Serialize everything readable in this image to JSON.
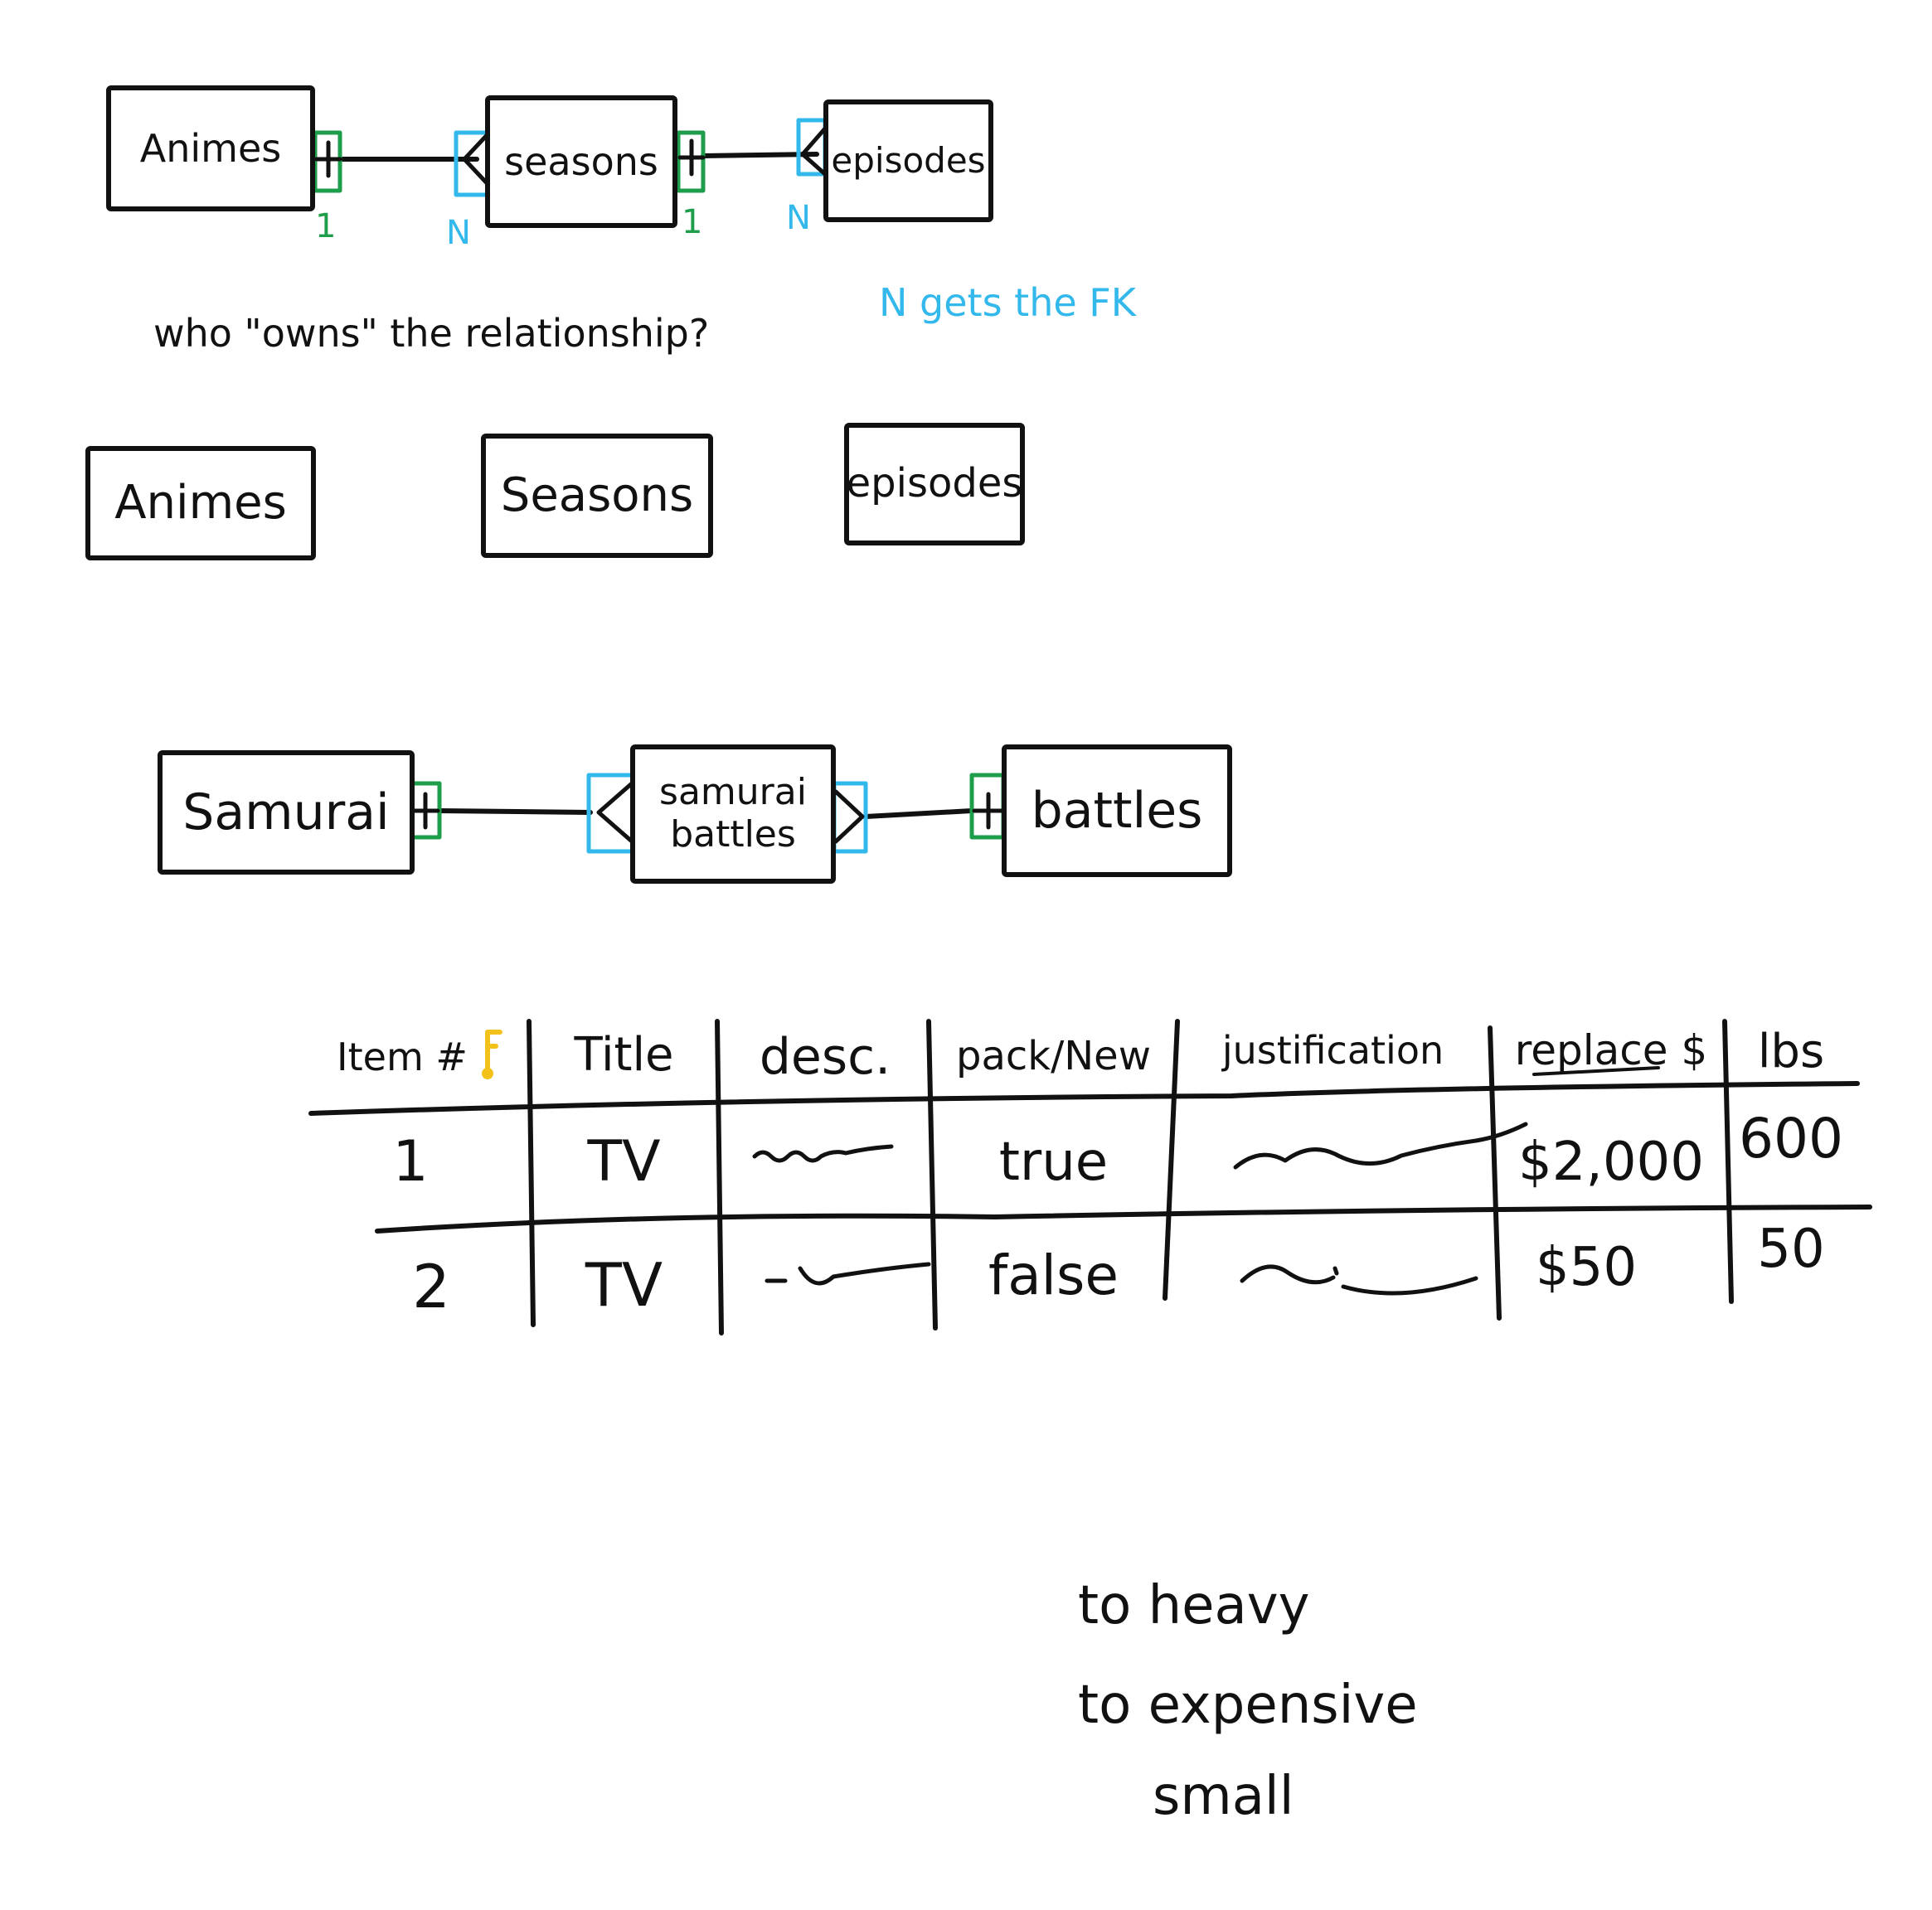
{
  "diagram1": {
    "entities": [
      "Animes",
      "seasons",
      "episodes"
    ],
    "cardinality": [
      "1",
      "N",
      "1",
      "N"
    ],
    "question": "who \"owns\" the relationship?",
    "note": "N gets the FK"
  },
  "diagram2": {
    "entities": [
      "Animes",
      "Seasons",
      "episodes"
    ]
  },
  "diagram3": {
    "entities": [
      "Samurai",
      "samurai battles",
      "battles"
    ]
  },
  "table": {
    "headers": [
      "Item #",
      "Title",
      "desc.",
      "pack/New",
      "justification",
      "replace $",
      "lbs"
    ],
    "rows": [
      [
        "1",
        "TV",
        "true",
        "$2,000",
        "600"
      ],
      [
        "2",
        "TV",
        "false",
        "$50",
        "50"
      ]
    ]
  },
  "notes": [
    "to heavy",
    "to expensive",
    "small"
  ],
  "colors": {
    "ink": "#111111",
    "blue": "#33b8ec",
    "green": "#1e9e4a",
    "key": "#f2c21a"
  }
}
